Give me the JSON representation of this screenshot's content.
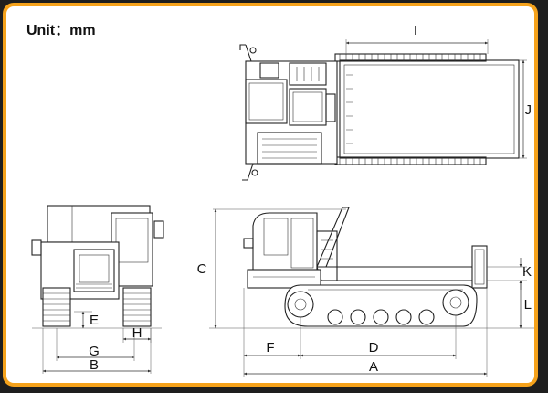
{
  "unit_label": "Unit：mm",
  "dimension_labels": {
    "A": "A",
    "B": "B",
    "C": "C",
    "D": "D",
    "E": "E",
    "F": "F",
    "G": "G",
    "H": "H",
    "I": "I",
    "J": "J",
    "K": "K",
    "L": "L"
  },
  "colors": {
    "frame_border": "#f5a21b",
    "background": "#1e1e1e",
    "line": "#222222"
  }
}
